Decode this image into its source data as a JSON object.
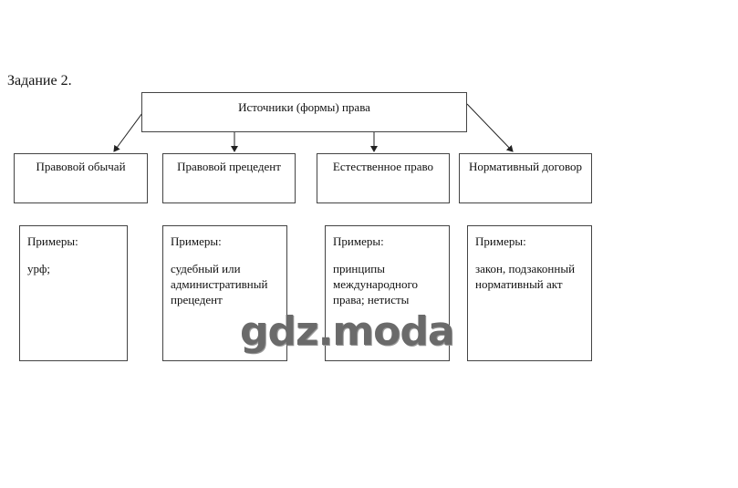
{
  "task_label": "Задание 2.",
  "root": "Источники (формы) права",
  "categories": [
    {
      "title": "Правовой обычай",
      "examples_label": "Примеры:",
      "examples": "урф;"
    },
    {
      "title": "Правовой прецедент",
      "examples_label": "Примеры:",
      "examples": "судебный или административный прецедент"
    },
    {
      "title": "Естественное право",
      "examples_label": "Примеры:",
      "examples": "принципы международного права; нетисты"
    },
    {
      "title": "Нормативный договор",
      "examples_label": "Примеры:",
      "examples": "закон, подзаконный нормативный акт"
    }
  ],
  "watermark": "gdz.moda"
}
